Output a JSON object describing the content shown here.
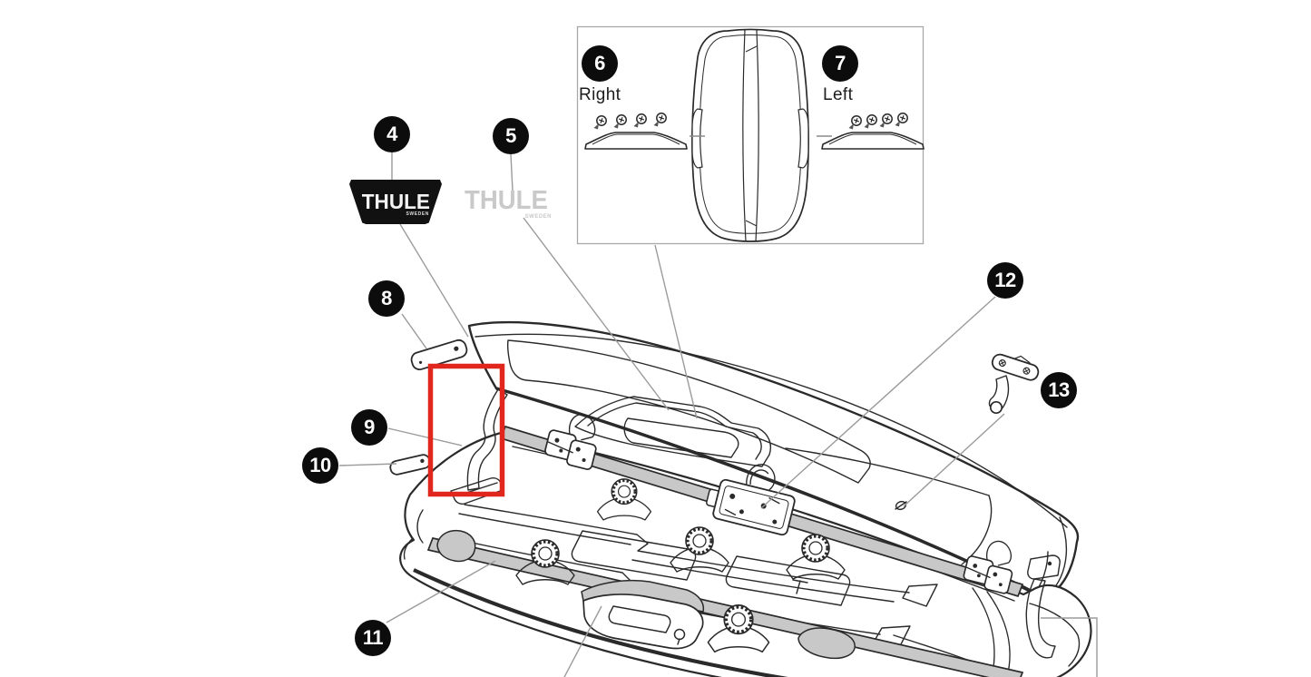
{
  "figure": {
    "callouts": {
      "c4": "4",
      "c5": "5",
      "c6": "6",
      "c7": "7",
      "c8": "8",
      "c9": "9",
      "c10": "10",
      "c11": "11",
      "c12": "12",
      "c13": "13"
    },
    "inset": {
      "right_label": "Right",
      "left_label": "Left"
    },
    "badge": {
      "name": "THULE",
      "subtext": "SWEDEN"
    },
    "ghost": {
      "name": "THULE",
      "subtext": "SWEDEN"
    },
    "colors": {
      "highlight_red": "#e1261d",
      "rail_fill": "#c8c8c8",
      "line": "#2a2a2a",
      "leader_line": "#9b9b9b",
      "callout_bg": "#0c0c0c",
      "callout_text": "#ffffff",
      "badge_bg": "#111111",
      "ghost_text": "#c9c9c9",
      "inset_border": "#a9a9a9"
    }
  }
}
